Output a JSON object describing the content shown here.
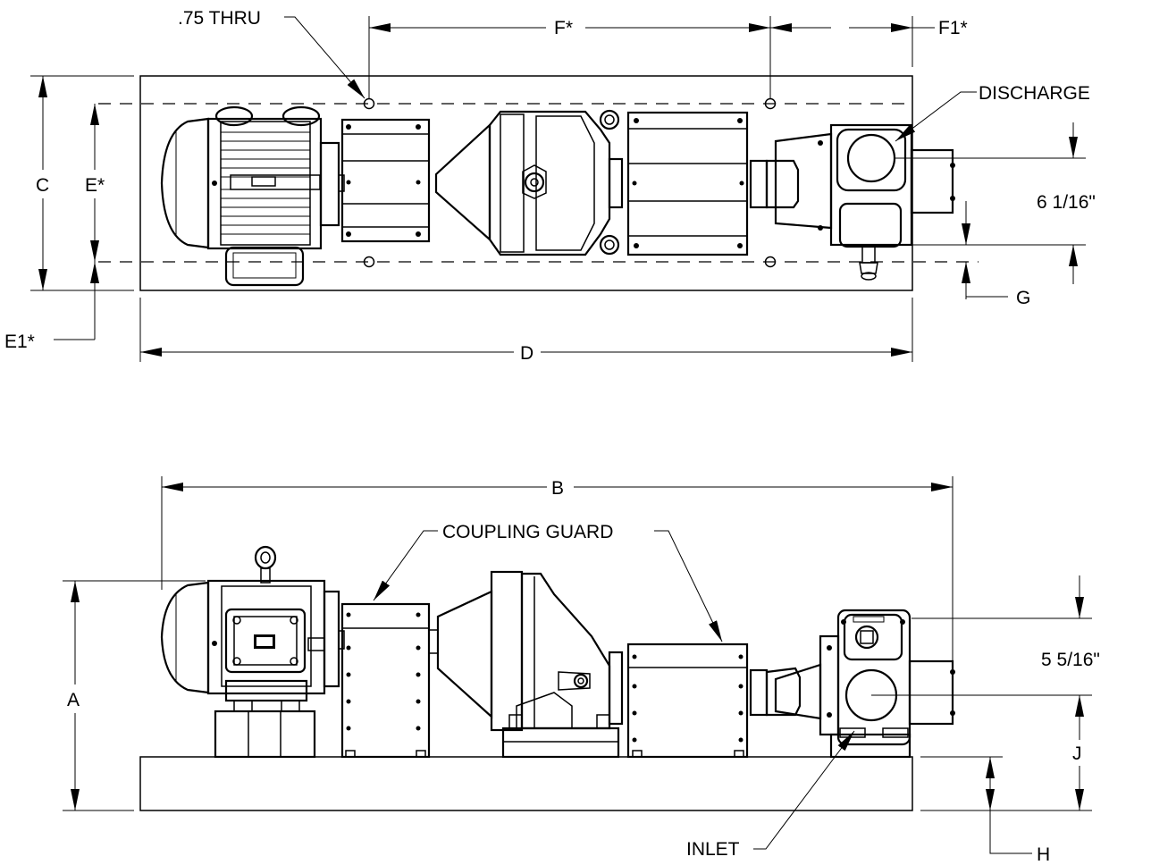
{
  "labels": {
    "thru": ".75 THRU",
    "F": "F*",
    "F1": "F1*",
    "discharge": "DISCHARGE",
    "C": "C",
    "E": "E*",
    "dim_top": "6 1/16\"",
    "G": "G",
    "E1": "E1*",
    "D": "D",
    "B": "B",
    "coupling_guard": "COUPLING GUARD",
    "A": "A",
    "dim_side": "5 5/16\"",
    "J": "J",
    "inlet": "INLET",
    "H": "H"
  }
}
